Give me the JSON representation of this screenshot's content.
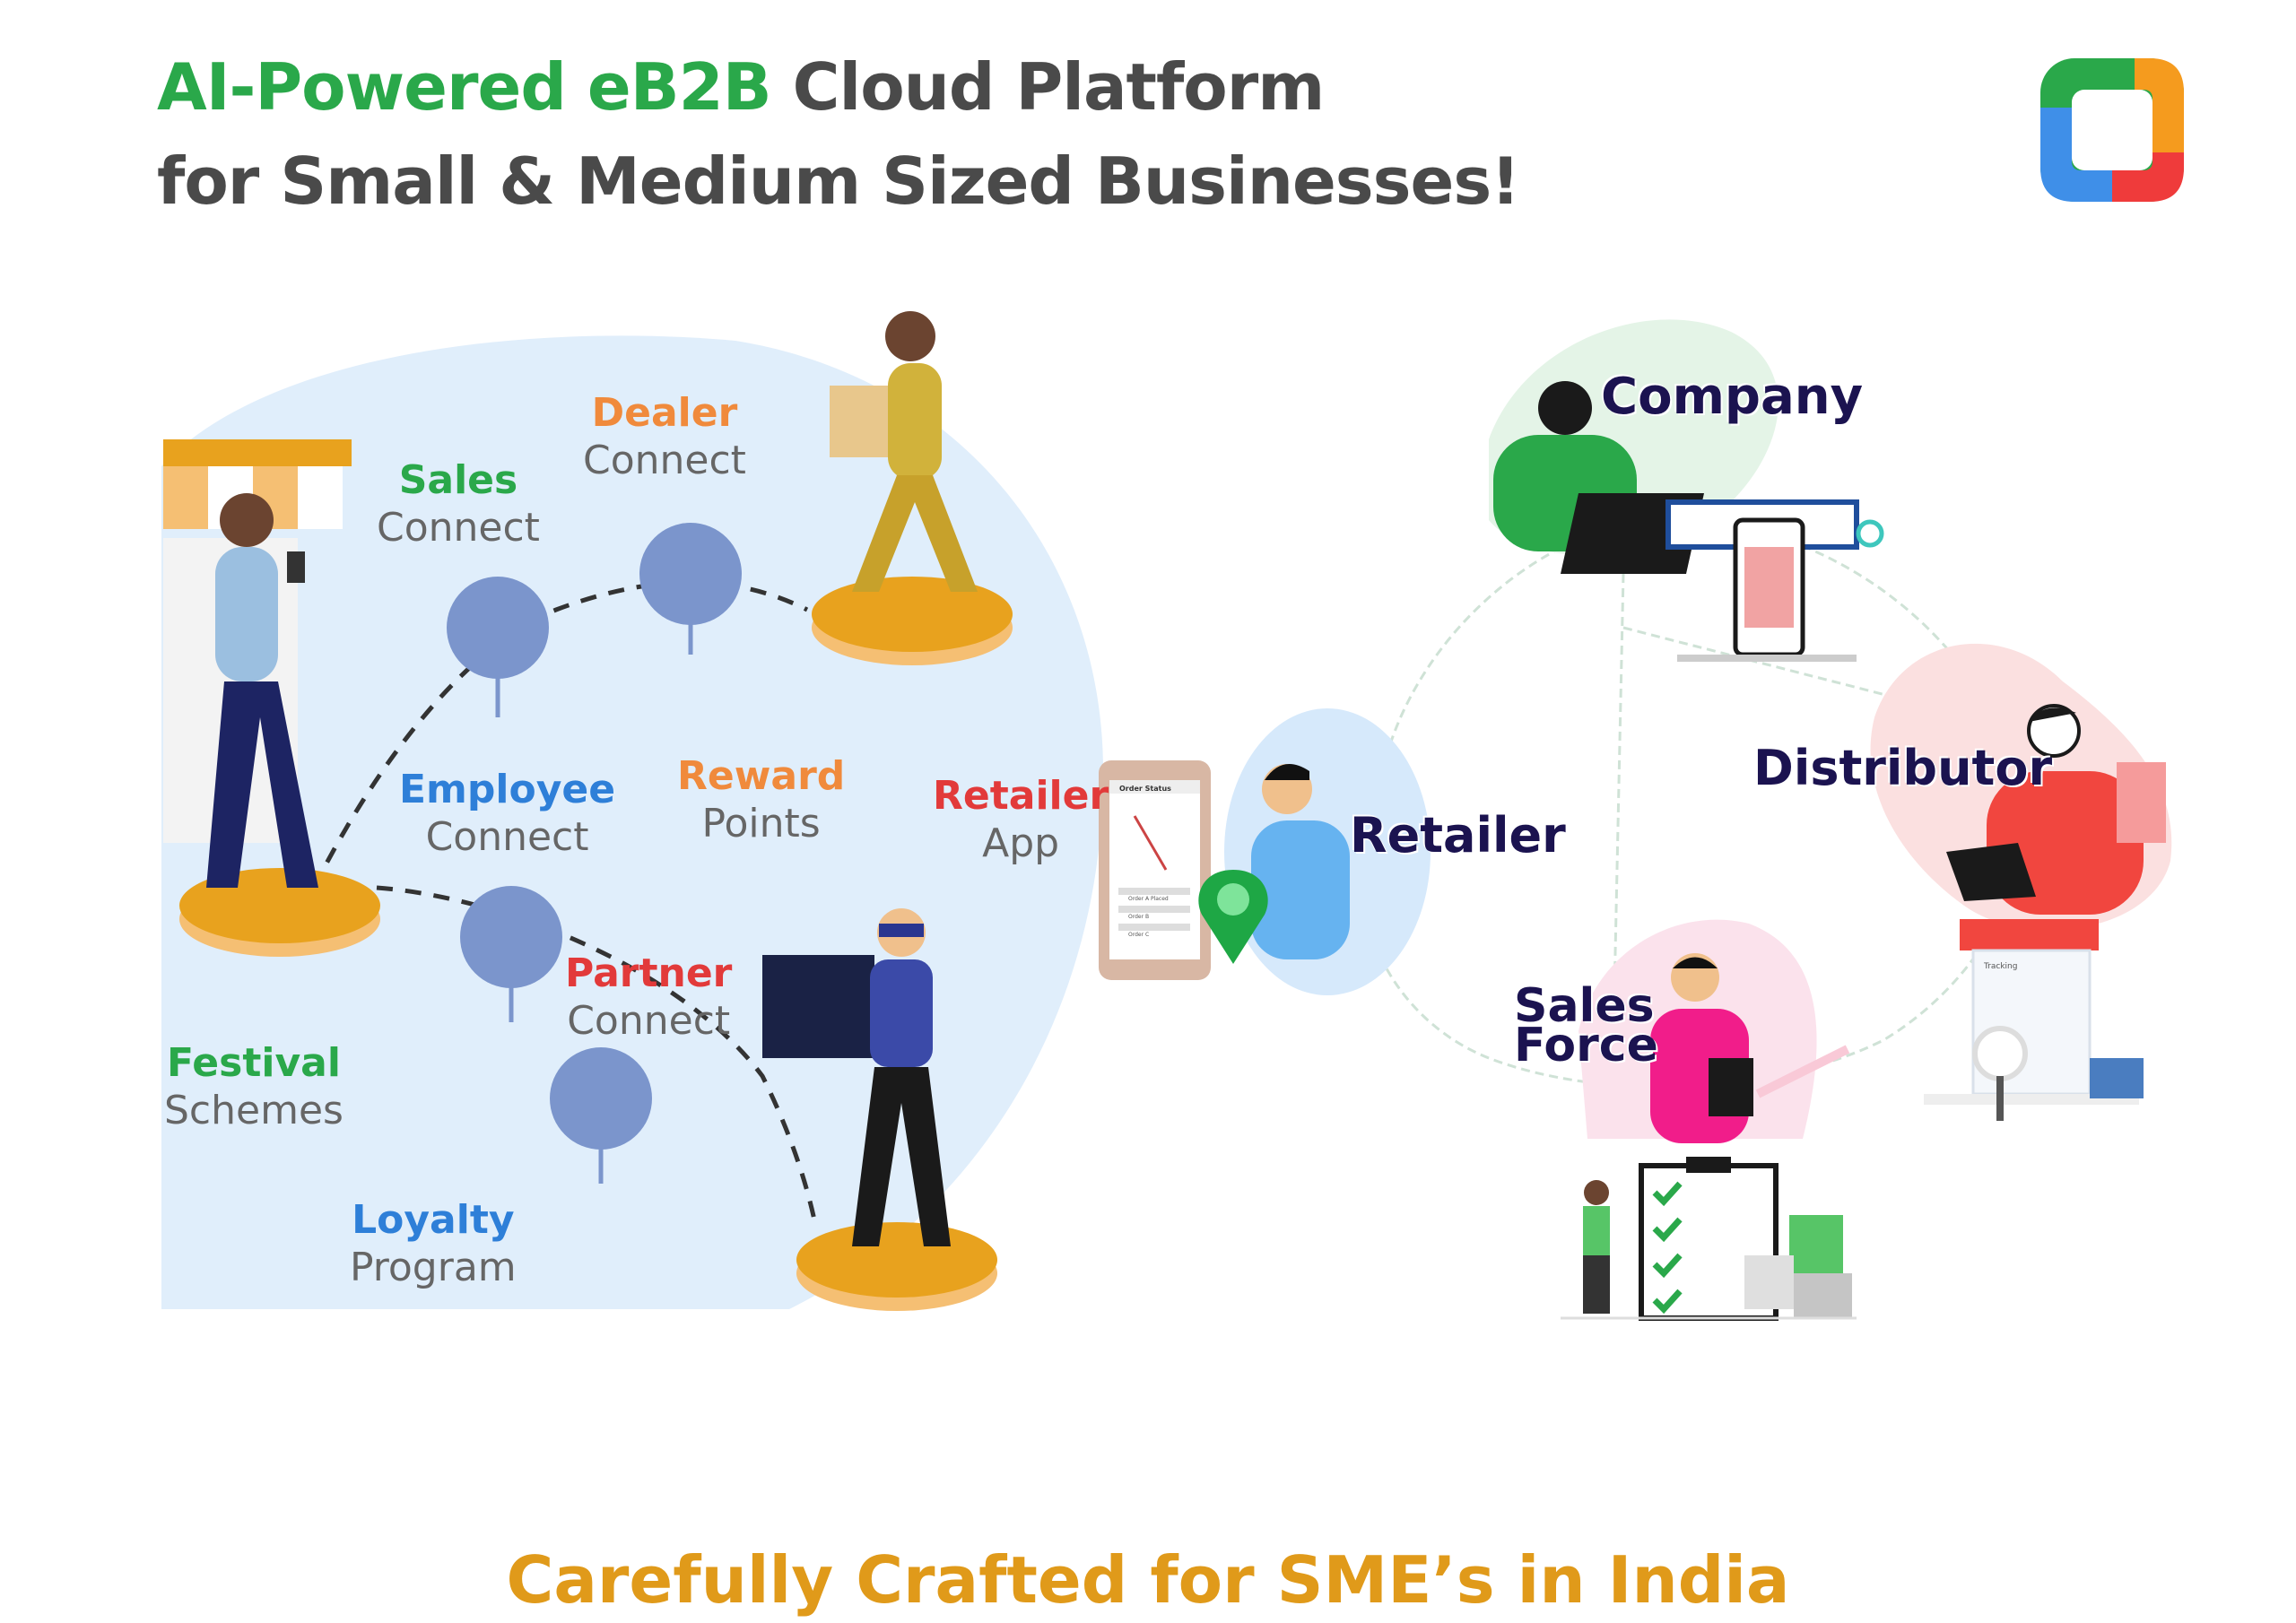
{
  "header": {
    "title_highlight": "AI-Powered eB2B",
    "title_rest": " Cloud Platform",
    "subtitle": "for Small & Medium Sized Businesses!"
  },
  "left_features": [
    {
      "key": "sales",
      "title": "Sales",
      "sub": "Connect",
      "color": "#2aa84a"
    },
    {
      "key": "dealer",
      "title": "Dealer",
      "sub": "Connect",
      "color": "#f08a3c"
    },
    {
      "key": "employee",
      "title": "Employee",
      "sub": "Connect",
      "color": "#2e7fd8"
    },
    {
      "key": "reward",
      "title": "Reward",
      "sub": "Points",
      "color": "#f08a3c"
    },
    {
      "key": "partner",
      "title": "Partner",
      "sub": "Connect",
      "color": "#e23a3a"
    },
    {
      "key": "festival",
      "title": "Festival",
      "sub": "Schemes",
      "color": "#2aa84a"
    },
    {
      "key": "loyalty",
      "title": "Loyalty",
      "sub": "Program",
      "color": "#2e7fd8"
    },
    {
      "key": "retailer_app",
      "title": "Retailer",
      "sub": "App",
      "color": "#e23a3a"
    }
  ],
  "network_nodes": {
    "company": "Company",
    "distributor": "Distributor",
    "retailer": "Retailer",
    "sales_force_line1": "Sales",
    "sales_force_line2": "Force"
  },
  "phone": {
    "title": "Order Status",
    "items": [
      "Order A Placed",
      "Order B",
      "Order C"
    ]
  },
  "tracking_label": "Tracking",
  "footer": "Carefully Crafted for SME’s in India",
  "colors": {
    "green": "#2aa84a",
    "orange": "#f08a3c",
    "blue": "#2e7fd8",
    "red": "#e23a3a",
    "navy": "#1b1350",
    "footer": "#e09a1a",
    "blob": "#dfeefb",
    "tree": "#7b95cc",
    "base": "#e8a21e"
  },
  "logo_icon": "app-logo-icon"
}
